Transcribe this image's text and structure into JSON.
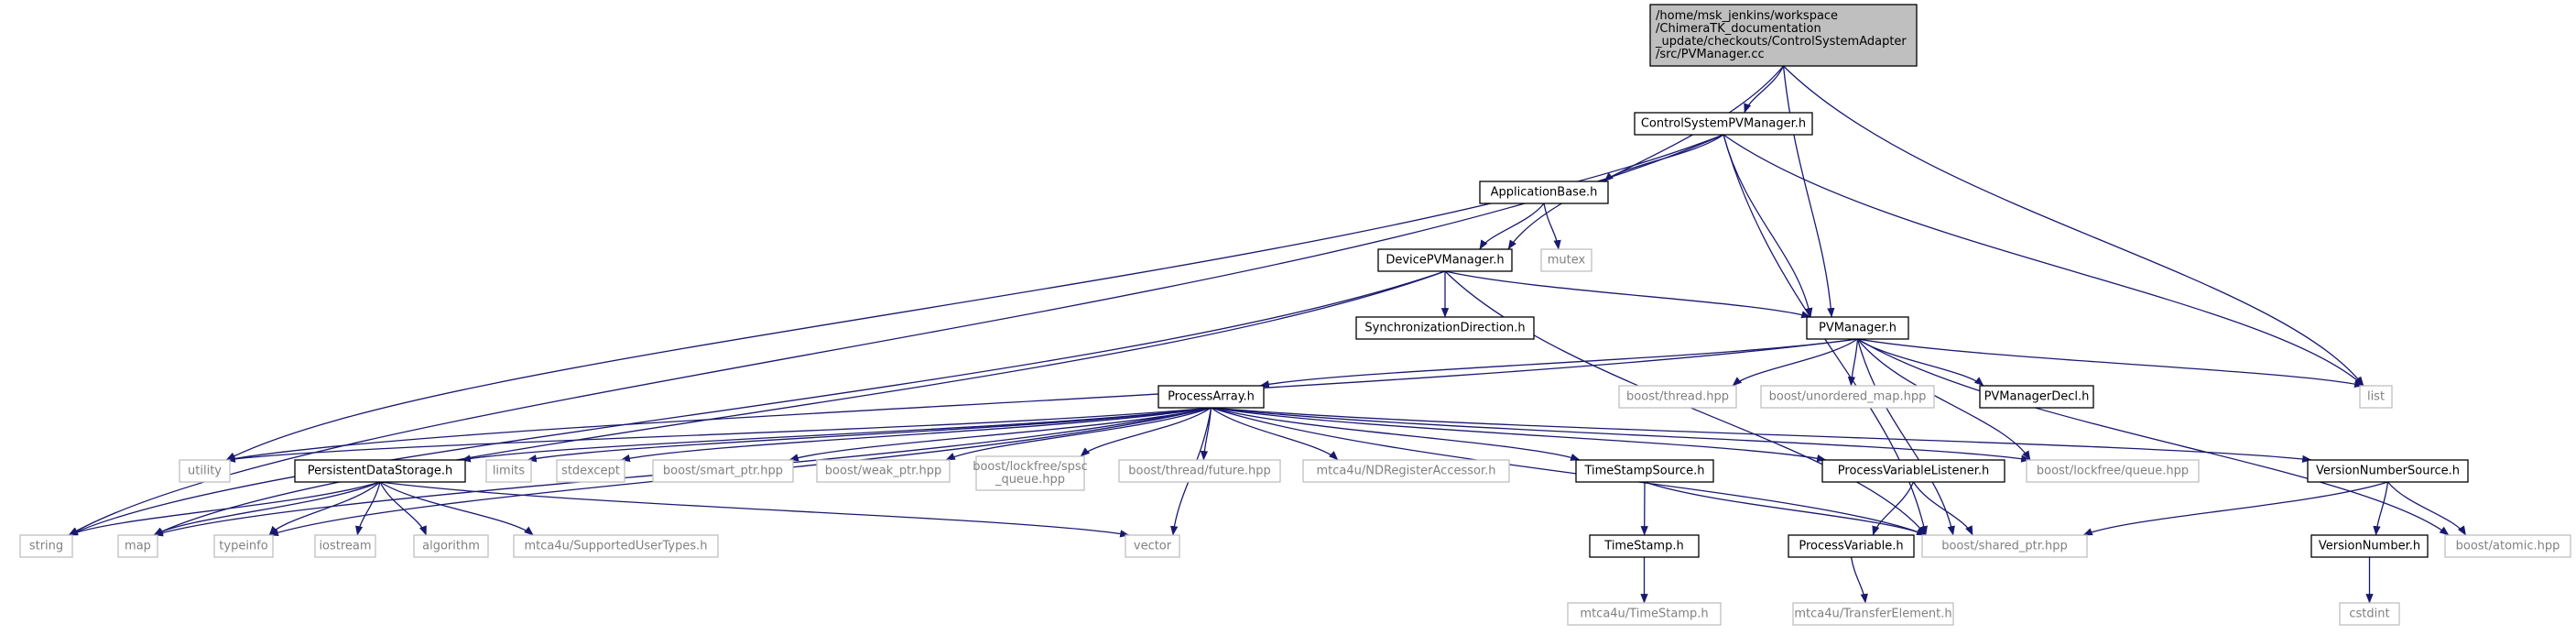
{
  "root": {
    "lines": [
      "/home/msk_jenkins/workspace",
      "/ChimeraTK_documentation",
      "_update/checkouts/ControlSystemAdapter",
      "/src/PVManager.cc"
    ]
  },
  "nodes": [
    {
      "id": "root",
      "label": "/home/msk_jenkins/workspace\n/ChimeraTK_documentation\n_update/checkouts/ControlSystemAdapter\n/src/PVManager.cc",
      "kind": "root"
    },
    {
      "id": "cspvm",
      "label": "ControlSystemPVManager.h",
      "kind": "documented"
    },
    {
      "id": "appbase",
      "label": "ApplicationBase.h",
      "kind": "documented"
    },
    {
      "id": "mutex",
      "label": "mutex",
      "kind": "external"
    },
    {
      "id": "devpvm",
      "label": "DevicePVManager.h",
      "kind": "documented"
    },
    {
      "id": "syncdir",
      "label": "SynchronizationDirection.h",
      "kind": "documented"
    },
    {
      "id": "pvm",
      "label": "PVManager.h",
      "kind": "documented"
    },
    {
      "id": "list",
      "label": "list",
      "kind": "external"
    },
    {
      "id": "bthread",
      "label": "boost/thread.hpp",
      "kind": "external"
    },
    {
      "id": "bumap",
      "label": "boost/unordered_map.hpp",
      "kind": "external"
    },
    {
      "id": "pvmdecl",
      "label": "PVManagerDecl.h",
      "kind": "documented"
    },
    {
      "id": "parray",
      "label": "ProcessArray.h",
      "kind": "documented"
    },
    {
      "id": "pds",
      "label": "PersistentDataStorage.h",
      "kind": "documented"
    },
    {
      "id": "utility",
      "label": "utility",
      "kind": "external"
    },
    {
      "id": "limits",
      "label": "limits",
      "kind": "external"
    },
    {
      "id": "stdexcept",
      "label": "stdexcept",
      "kind": "external"
    },
    {
      "id": "bsmart",
      "label": "boost/smart_ptr.hpp",
      "kind": "external"
    },
    {
      "id": "bweak",
      "label": "boost/weak_ptr.hpp",
      "kind": "external"
    },
    {
      "id": "bspsc",
      "label": "boost/lockfree/spsc\n_queue.hpp",
      "kind": "external"
    },
    {
      "id": "bfuture",
      "label": "boost/thread/future.hpp",
      "kind": "external"
    },
    {
      "id": "ndreg",
      "label": "mtca4u/NDRegisterAccessor.h",
      "kind": "external"
    },
    {
      "id": "tss",
      "label": "TimeStampSource.h",
      "kind": "documented"
    },
    {
      "id": "pvl",
      "label": "ProcessVariableListener.h",
      "kind": "documented"
    },
    {
      "id": "bqueue",
      "label": "boost/lockfree/queue.hpp",
      "kind": "external"
    },
    {
      "id": "vns",
      "label": "VersionNumberSource.h",
      "kind": "documented"
    },
    {
      "id": "string",
      "label": "string",
      "kind": "external"
    },
    {
      "id": "map",
      "label": "map",
      "kind": "external"
    },
    {
      "id": "typeinfo",
      "label": "typeinfo",
      "kind": "external"
    },
    {
      "id": "iostream",
      "label": "iostream",
      "kind": "external"
    },
    {
      "id": "algorithm",
      "label": "algorithm",
      "kind": "external"
    },
    {
      "id": "sut",
      "label": "mtca4u/SupportedUserTypes.h",
      "kind": "external"
    },
    {
      "id": "vector",
      "label": "vector",
      "kind": "external"
    },
    {
      "id": "ts",
      "label": "TimeStamp.h",
      "kind": "documented"
    },
    {
      "id": "pv",
      "label": "ProcessVariable.h",
      "kind": "documented"
    },
    {
      "id": "bshared",
      "label": "boost/shared_ptr.hpp",
      "kind": "external"
    },
    {
      "id": "vn",
      "label": "VersionNumber.h",
      "kind": "documented"
    },
    {
      "id": "batomic",
      "label": "boost/atomic.hpp",
      "kind": "external"
    },
    {
      "id": "mts",
      "label": "mtca4u/TimeStamp.h",
      "kind": "external"
    },
    {
      "id": "mte",
      "label": "mtca4u/TransferElement.h",
      "kind": "external"
    },
    {
      "id": "cstdint",
      "label": "cstdint",
      "kind": "external"
    }
  ],
  "edges": [
    [
      "root",
      "cspvm"
    ],
    [
      "root",
      "devpvm"
    ],
    [
      "root",
      "pvm"
    ],
    [
      "root",
      "list"
    ],
    [
      "cspvm",
      "appbase"
    ],
    [
      "cspvm",
      "pvm"
    ],
    [
      "cspvm",
      "string"
    ],
    [
      "cspvm",
      "utility"
    ],
    [
      "cspvm",
      "list"
    ],
    [
      "cspvm",
      "bshared"
    ],
    [
      "appbase",
      "devpvm"
    ],
    [
      "appbase",
      "mutex"
    ],
    [
      "devpvm",
      "syncdir"
    ],
    [
      "devpvm",
      "pvm"
    ],
    [
      "devpvm",
      "string"
    ],
    [
      "devpvm",
      "map"
    ],
    [
      "devpvm",
      "bshared"
    ],
    [
      "pvm",
      "parray"
    ],
    [
      "pvm",
      "bthread"
    ],
    [
      "pvm",
      "bumap"
    ],
    [
      "pvm",
      "pvmdecl"
    ],
    [
      "pvm",
      "list"
    ],
    [
      "pvm",
      "utility"
    ],
    [
      "pvm",
      "bqueue"
    ],
    [
      "pvm",
      "bshared"
    ],
    [
      "pvm",
      "batomic"
    ],
    [
      "parray",
      "pds"
    ],
    [
      "parray",
      "utility"
    ],
    [
      "parray",
      "limits"
    ],
    [
      "parray",
      "stdexcept"
    ],
    [
      "parray",
      "bsmart"
    ],
    [
      "parray",
      "bweak"
    ],
    [
      "parray",
      "bspsc"
    ],
    [
      "parray",
      "bfuture"
    ],
    [
      "parray",
      "ndreg"
    ],
    [
      "parray",
      "tss"
    ],
    [
      "parray",
      "pvl"
    ],
    [
      "parray",
      "bqueue"
    ],
    [
      "parray",
      "vns"
    ],
    [
      "parray",
      "typeinfo"
    ],
    [
      "parray",
      "map"
    ],
    [
      "parray",
      "vector"
    ],
    [
      "parray",
      "bshared"
    ],
    [
      "pds",
      "string"
    ],
    [
      "pds",
      "map"
    ],
    [
      "pds",
      "typeinfo"
    ],
    [
      "pds",
      "iostream"
    ],
    [
      "pds",
      "algorithm"
    ],
    [
      "pds",
      "sut"
    ],
    [
      "pds",
      "vector"
    ],
    [
      "tss",
      "ts"
    ],
    [
      "tss",
      "bshared"
    ],
    [
      "pvl",
      "pv"
    ],
    [
      "pvl",
      "bshared"
    ],
    [
      "vns",
      "vn"
    ],
    [
      "vns",
      "batomic"
    ],
    [
      "vns",
      "bshared"
    ],
    [
      "ts",
      "mts"
    ],
    [
      "pv",
      "mte"
    ],
    [
      "vn",
      "cstdint"
    ]
  ],
  "colors": {
    "edge": "#191970",
    "root_fill": "#bfbfbf",
    "documented_fill": "#ffffff",
    "documented_border": "#000000",
    "external_border": "#bfbfbf",
    "external_text": "#808080",
    "text": "#000000"
  }
}
